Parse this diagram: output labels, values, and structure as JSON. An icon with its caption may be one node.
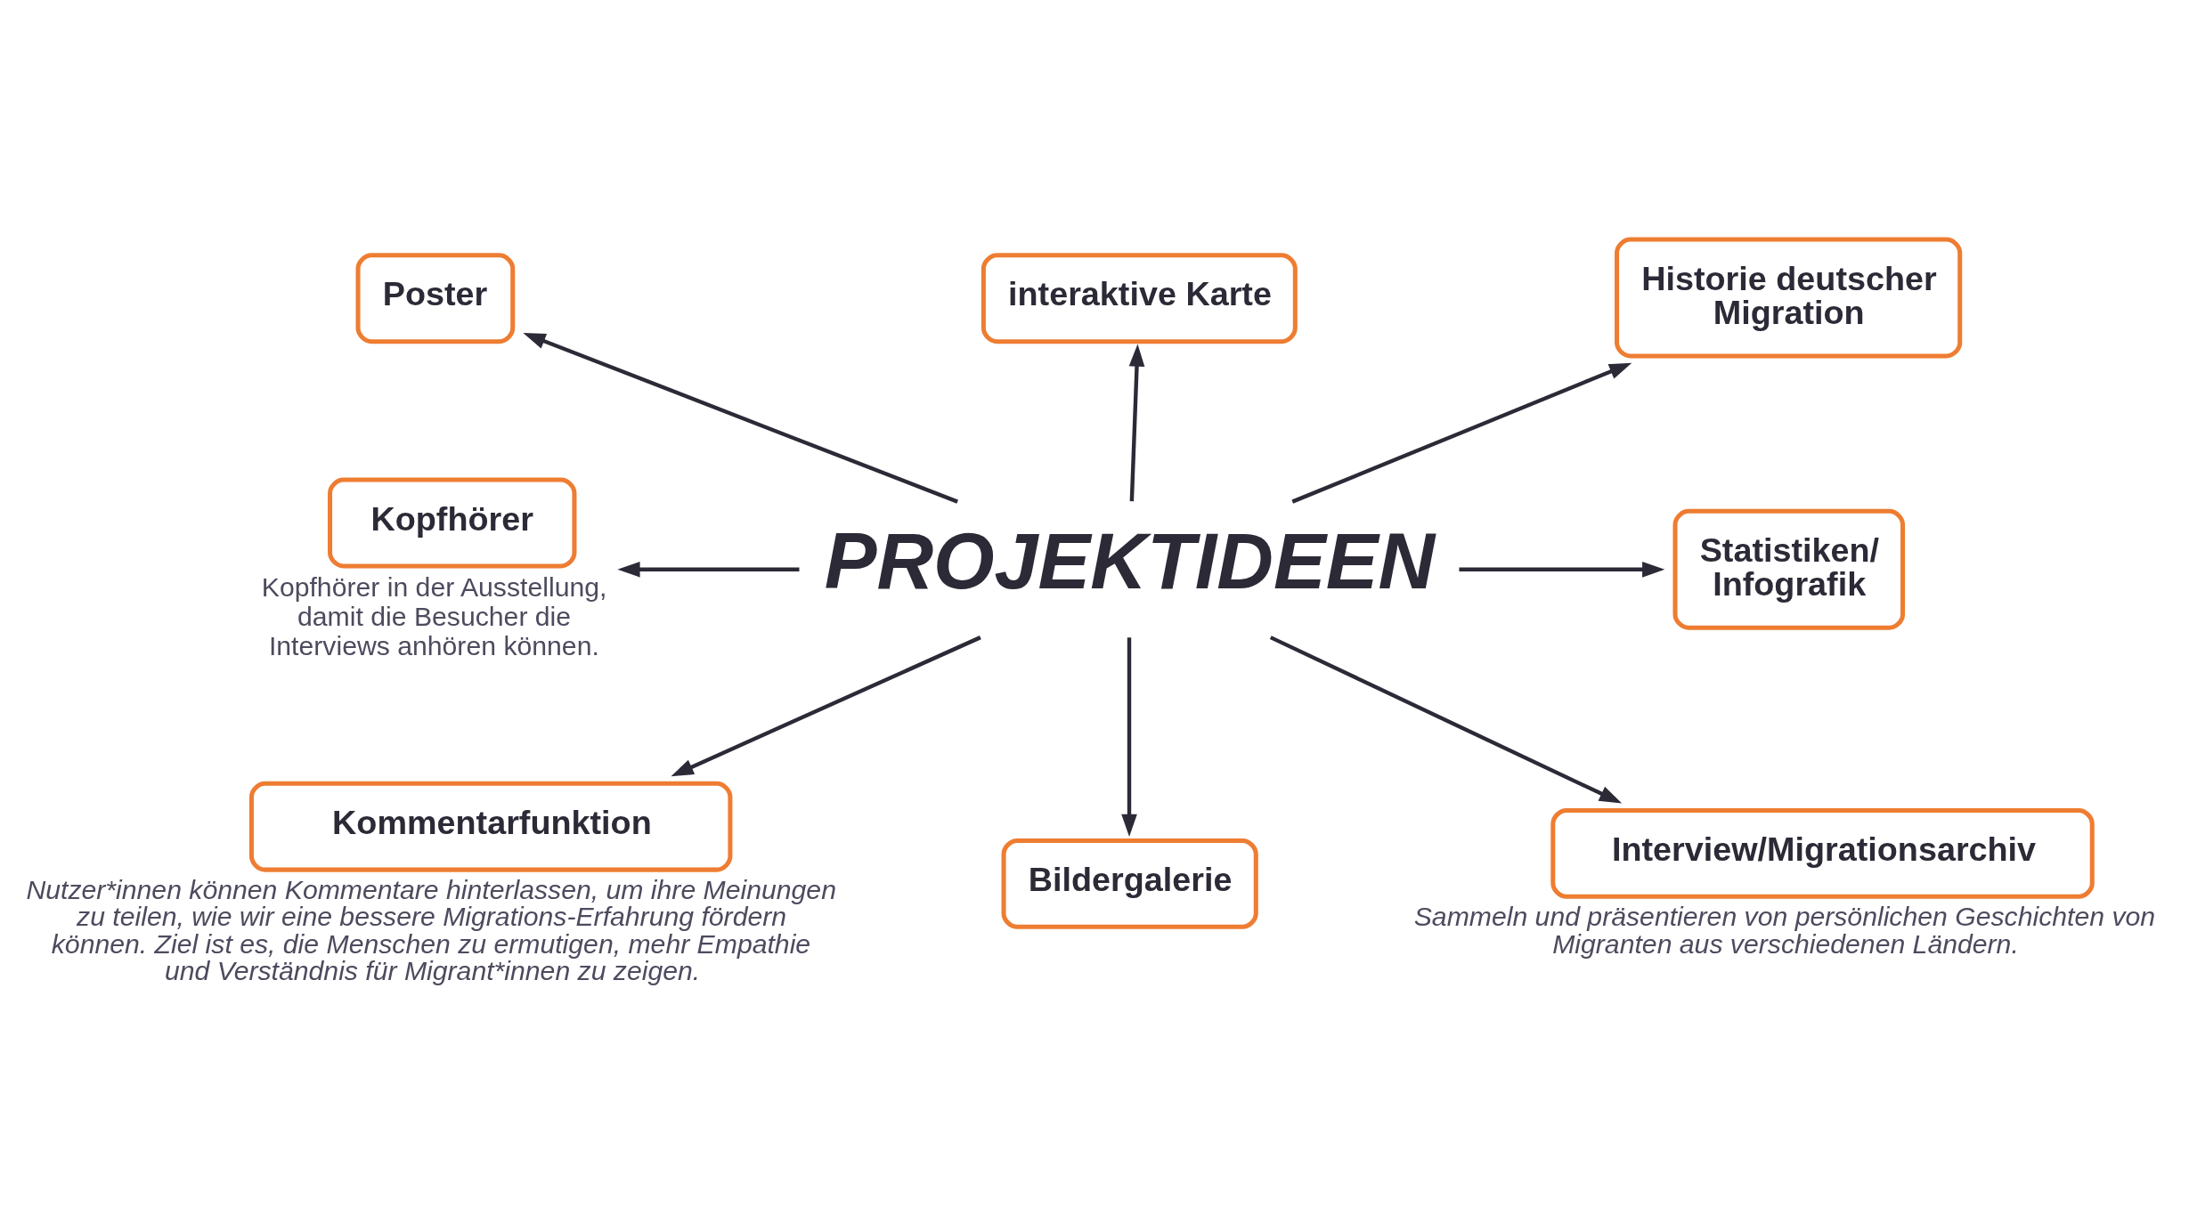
{
  "diagram": {
    "nodes": [
      {
        "text": [
          "Poster"
        ]
      },
      {
        "text": [
          "interaktive Karte"
        ]
      },
      {
        "text": [
          "Historie deutscher Migration"
        ]
      },
      {
        "text": [
          "Kopfhörer"
        ],
        "beside": [
          "Kopfhörer in der Ausstellung, damit die Besucher die Interviews anhören können."
        ]
      },
      {
        "text": [
          "PROJEKTIDEEN"
        ]
      },
      {
        "text": [
          "Statistiken/ Infografik"
        ]
      },
      {
        "text": [
          "Kommentarfunktion"
        ],
        "beside": [
          "Nutzer*innen können Kommentare hinterlassen, um ihre Meinungen zu teilen, wie wir eine bessere Migrations-Erfahrung fördern können. Ziel ist es, die Menschen zu ermutigen, mehr Empathie und Verständnis für Migrant*innen zu zeigen."
        ]
      },
      {
        "text": [
          "Bildergalerie"
        ]
      },
      {
        "text": [
          "Interview/Migrationsarchiv"
        ],
        "beside": [
          "Sammeln und präsentieren von persönlichen Geschichten von Migranten aus verschiedenen Ländern."
        ]
      }
    ],
    "edges": [
      {
        "from": 4,
        "to": 0,
        "arrow": "to"
      },
      {
        "from": 4,
        "to": 1,
        "arrow": "to"
      },
      {
        "from": 4,
        "to": 2,
        "arrow": "to"
      },
      {
        "from": 4,
        "to": 3,
        "arrow": "to"
      },
      {
        "from": 4,
        "to": 5,
        "arrow": "to"
      },
      {
        "from": 4,
        "to": 6,
        "arrow": "to"
      },
      {
        "from": 4,
        "to": 7,
        "arrow": "to"
      },
      {
        "from": 4,
        "to": 8,
        "arrow": "to"
      }
    ]
  }
}
